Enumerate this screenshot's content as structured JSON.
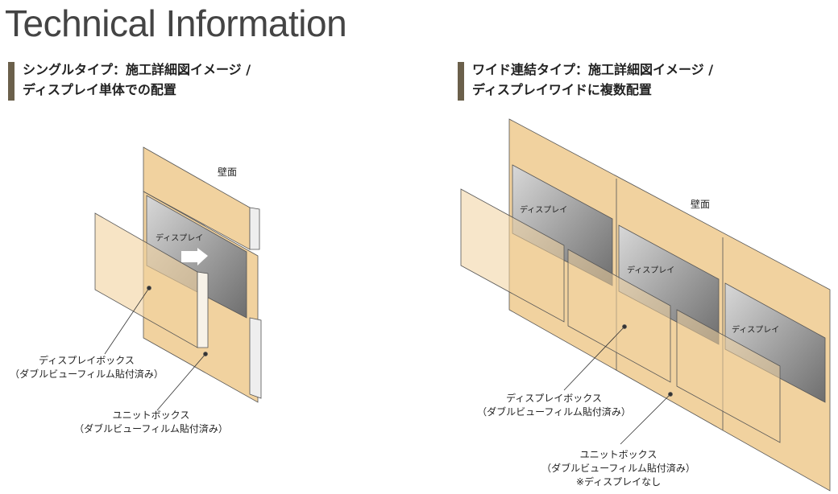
{
  "title": "Technical Information",
  "left": {
    "heading_line1": "シングルタイプ：施工詳細図イメージ /",
    "heading_line2": "ディスプレイ単体での配置",
    "wall_label": "壁面",
    "display_label": "ディスプレイ",
    "display_box_label": "ディスプレイボックス",
    "display_box_note": "（ダブルビューフィルム貼付済み）",
    "unit_box_label": "ユニットボックス",
    "unit_box_note": "（ダブルビューフィルム貼付済み）"
  },
  "right": {
    "heading_line1": "ワイド連結タイプ：施工詳細図イメージ /",
    "heading_line2": "ディスプレイワイドに複数配置",
    "wall_label": "壁面",
    "display_label_1": "ディスプレイ",
    "display_label_2": "ディスプレイ",
    "display_label_3": "ディスプレイ",
    "display_box_label": "ディスプレイボックス",
    "display_box_note": "（ダブルビューフィルム貼付済み）",
    "unit_box_label": "ユニットボックス",
    "unit_box_note": "（ダブルビューフィルム貼付済み）",
    "unit_box_note2": "※ディスプレイなし"
  },
  "colors": {
    "panel": "#f1d29f",
    "accent_bar": "#6b604b",
    "screen": "#8a8a8a"
  }
}
